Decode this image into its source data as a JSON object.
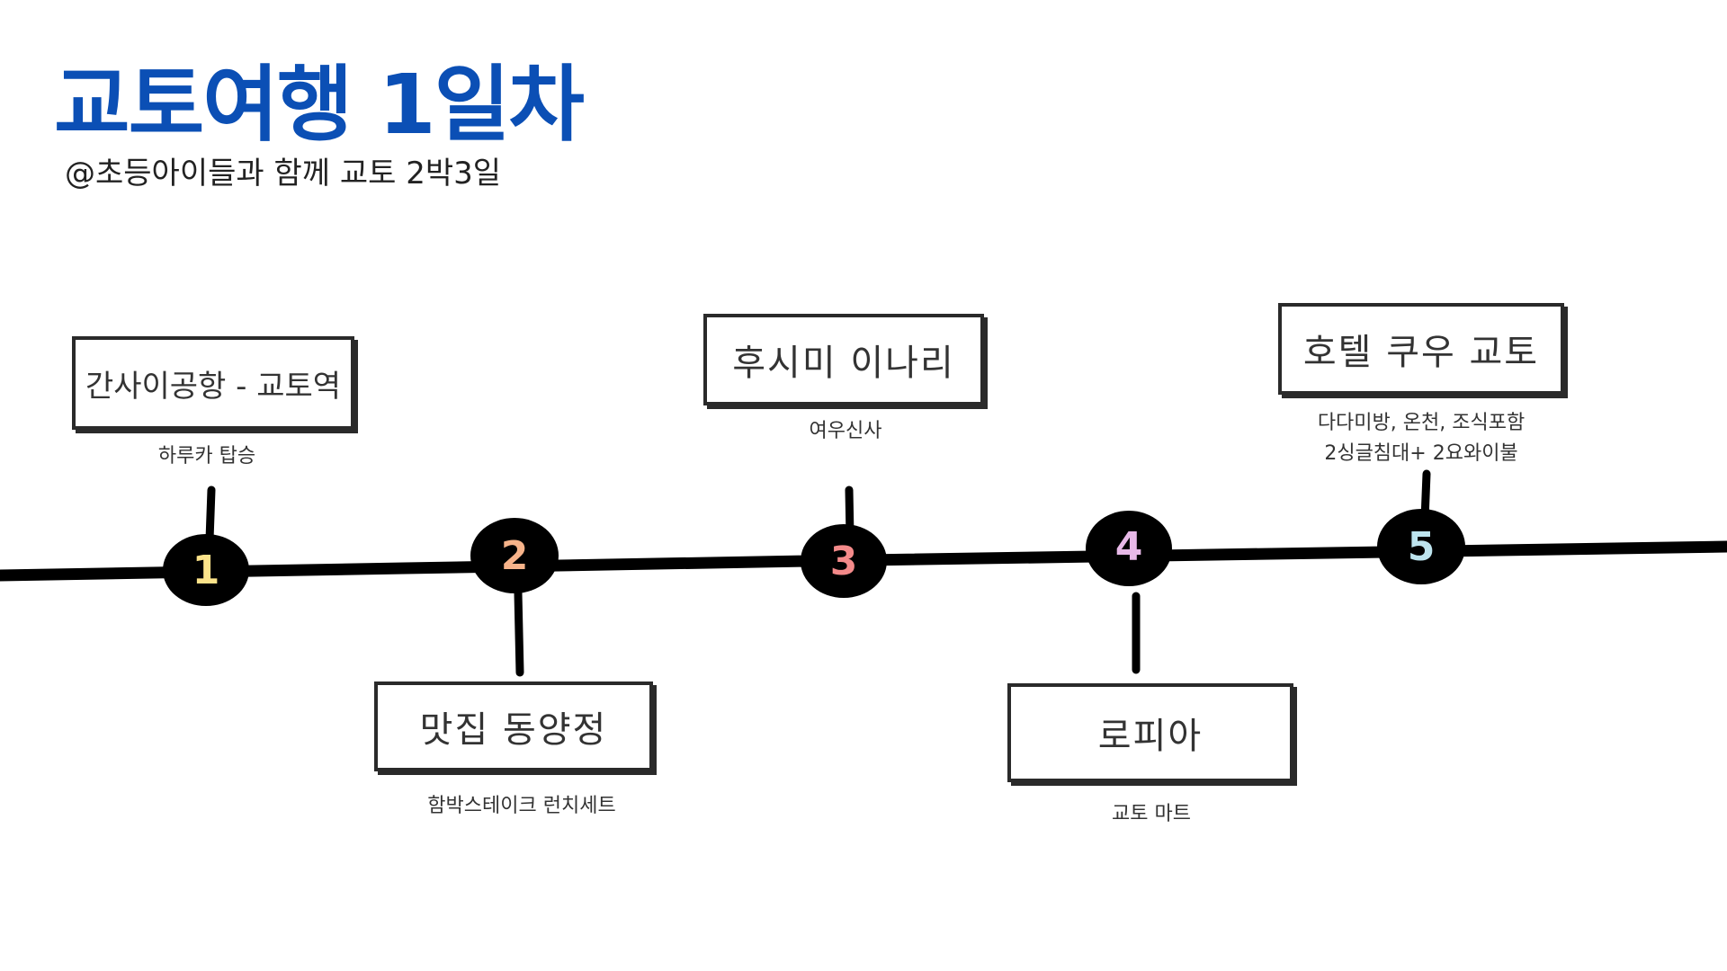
{
  "title": "교토여행 1일차",
  "subtitle": "@초등아이들과 함께 교토 2박3일",
  "stops": [
    {
      "number": "1",
      "title": "간사이공항 - 교토역",
      "desc": [
        "하루카 탑승"
      ],
      "num_color": "#fce38a",
      "highlight": "#fbef9c"
    },
    {
      "number": "2",
      "title": "맛집 동양정",
      "desc": [
        "함박스테이크 런치세트"
      ],
      "num_color": "#f7b38a",
      "highlight": "#f6b48e"
    },
    {
      "number": "3",
      "title": "후시미 이나리",
      "desc": [
        "여우신사"
      ],
      "num_color": "#f48a8a",
      "highlight": "#f48f8f"
    },
    {
      "number": "4",
      "title": "로피아",
      "desc": [
        "교토 마트"
      ],
      "num_color": "#e8b9e8",
      "highlight": "#efc3ee"
    },
    {
      "number": "5",
      "title": "호텔 쿠우 교토",
      "desc": [
        "다다미방, 온천, 조식포함",
        "2싱글침대+ 2요와이불"
      ],
      "num_color": "#bde4ee",
      "highlight": "#c2e8ef"
    }
  ],
  "colors": {
    "title": "#0b4fb5",
    "line": "#000000",
    "box_border": "#2a2a2a"
  }
}
